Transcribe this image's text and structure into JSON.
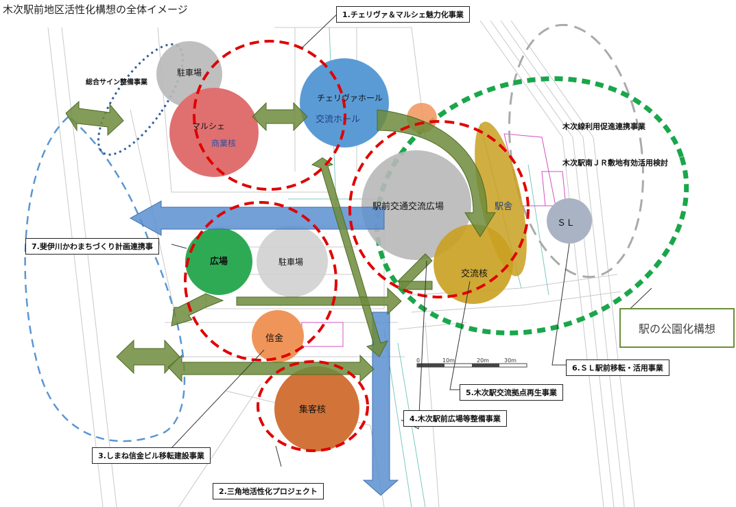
{
  "page": {
    "title": "木次駅前地区活性化構想の全体イメージ"
  },
  "callouts": {
    "c1": "1.チェリヴァ＆マルシェ魅力化事業",
    "c2": "2.三角地活性化プロジェクト",
    "c3": "3.しまね信金ビル移転建設事業",
    "c4": "4.木次駅前広場等整備事業",
    "c5": "5.木次駅交流拠点再生事業",
    "c6": "6.ＳＬ駅前移転・活用事業",
    "c7": "7.斐伊川かわまちづくり計画連携事",
    "park": "駅の公園化構想"
  },
  "labels": {
    "sign": "総合サイン整備事業",
    "kisuki_line": "木次線利用促進連携事業",
    "jr_land": "木次駅南ＪＲ敷地有効活用検討",
    "scale_0": "0",
    "scale_10": "10m",
    "scale_20": "20m",
    "scale_30": "30m"
  },
  "circles": {
    "parking_top": "駐車場",
    "marche": "マルシェ",
    "commerce_core": "商業核",
    "cheriva_hall": "チェリヴァホール",
    "exchange_hall": "交流ホール",
    "station_plaza": "駅前交通交流広場",
    "station_building": "駅舎",
    "sl": "ＳＬ",
    "plaza": "広場",
    "parking_mid": "駐車場",
    "exchange_core": "交流核",
    "shinkin": "信金",
    "attraction_core": "集客核"
  },
  "colors": {
    "marche": "#e07070",
    "cheriva": "#5b9bd5",
    "gray_circle": "#b8b8b8",
    "plaza": "#2eaa55",
    "station": "#c9a020",
    "shinkin": "#f0955a",
    "attraction": "#d2733a",
    "sl": "#a9b3c4",
    "green_arrow": "#6d8b3c",
    "blue_arrow": "#5b8fd0",
    "red_dash": "#e00000",
    "green_dot": "#1aa64a",
    "blue_dash": "#5a96d2",
    "gray_dash": "#aaaaaa"
  }
}
